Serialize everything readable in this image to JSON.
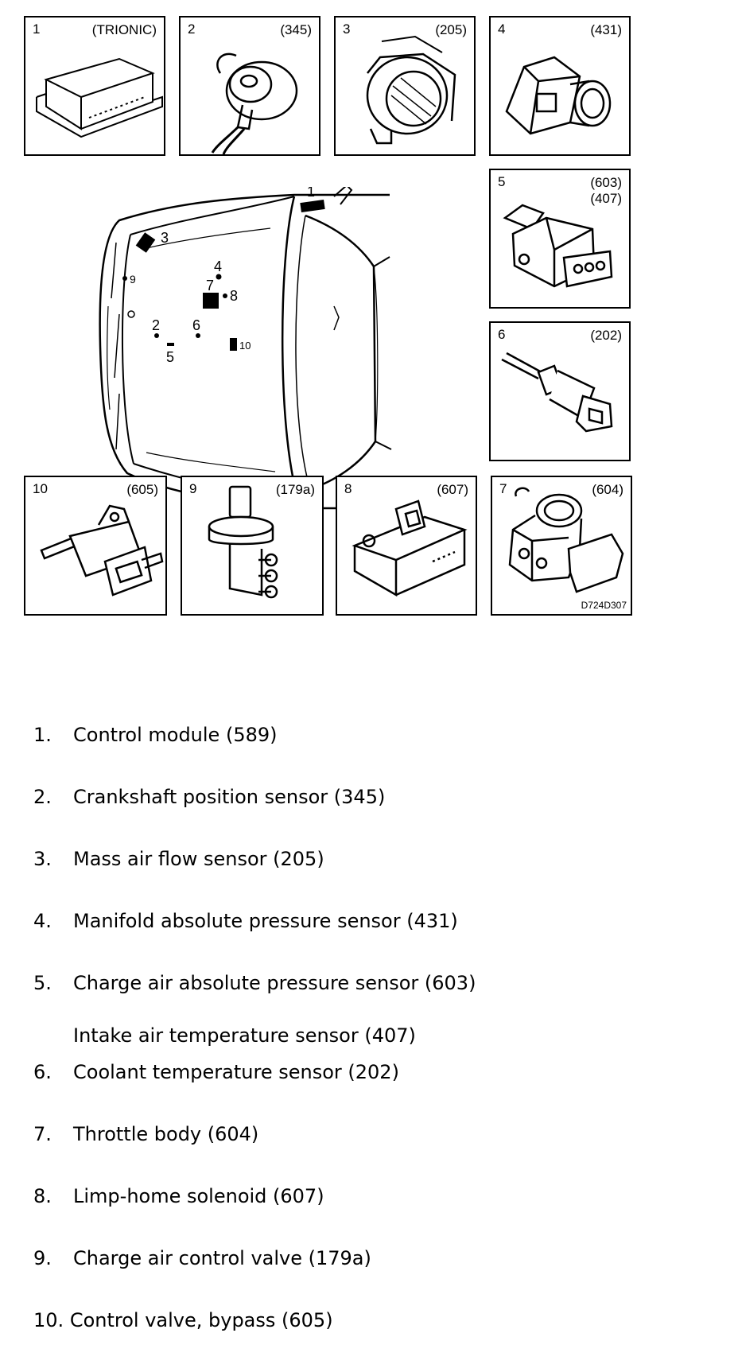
{
  "panels": [
    {
      "num": "1",
      "code": "(TRIONIC)"
    },
    {
      "num": "2",
      "code": "(345)"
    },
    {
      "num": "3",
      "code": "(205)"
    },
    {
      "num": "4",
      "code": "(431)"
    },
    {
      "num": "5",
      "code": "(603)",
      "code2": "(407)"
    },
    {
      "num": "6",
      "code": "(202)"
    },
    {
      "num": "10",
      "code": "(605)"
    },
    {
      "num": "9",
      "code": "(179a)"
    },
    {
      "num": "8",
      "code": "(607)"
    },
    {
      "num": "7",
      "code": "(604)"
    }
  ],
  "drawing_ref": "D724D307",
  "car_labels": [
    "1",
    "2",
    "3",
    "4",
    "5",
    "6",
    "7",
    "8",
    "9",
    "10"
  ],
  "legend": [
    {
      "num": "1.",
      "text": "Control module (589)"
    },
    {
      "num": "2.",
      "text": "Crankshaft position sensor (345)"
    },
    {
      "num": "3.",
      "text": "Mass air flow sensor (205)"
    },
    {
      "num": "4.",
      "text": "Manifold absolute pressure sensor (431)"
    },
    {
      "num": "5.",
      "text": "Charge air absolute pressure sensor (603)",
      "sub": "Intake air temperature sensor (407)"
    },
    {
      "num": "6.",
      "text": "Coolant temperature sensor (202)"
    },
    {
      "num": "7.",
      "text": "Throttle body (604)"
    },
    {
      "num": "8.",
      "text": "Limp-home solenoid (607)"
    },
    {
      "num": "9.",
      "text": "Charge air control valve (179a)"
    },
    {
      "num": "10.",
      "text": "Control valve, bypass (605)"
    }
  ]
}
